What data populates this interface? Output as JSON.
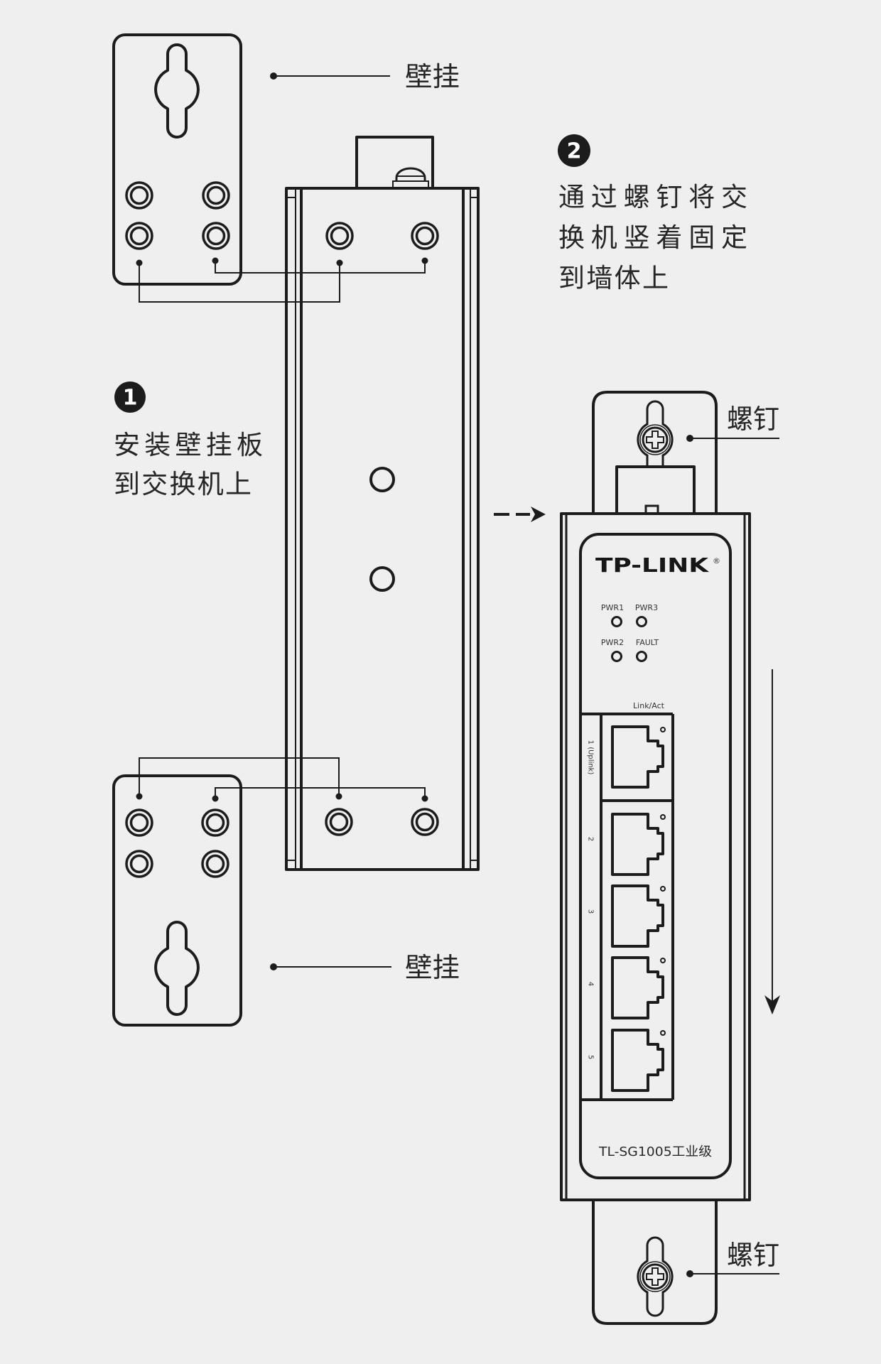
{
  "colors": {
    "background": "#efefef",
    "line": "#1c1c1c",
    "text": "#262626"
  },
  "labels": {
    "wall_mount_top": "壁挂",
    "wall_mount_bottom": "壁挂",
    "screw_top": "螺钉",
    "screw_bottom": "螺钉"
  },
  "steps": [
    {
      "number": "1",
      "lines": [
        "安装壁挂板",
        "到交换机上"
      ]
    },
    {
      "number": "2",
      "lines": [
        "通过螺钉将交",
        "换机竖着固定",
        "到墙体上"
      ]
    }
  ],
  "switch": {
    "brand": "TP-LINK",
    "registered_mark": "®",
    "leds": [
      {
        "label": "PWR1"
      },
      {
        "label": "PWR3"
      },
      {
        "label": "PWR2"
      },
      {
        "label": "FAULT"
      }
    ],
    "ports_header": "Link/Act",
    "ports": [
      {
        "label": "1 (Uplink)"
      },
      {
        "label": "2"
      },
      {
        "label": "3"
      },
      {
        "label": "4"
      },
      {
        "label": "5"
      }
    ],
    "model": "TL-SG1005工业级"
  },
  "icons": [
    "keyhole-icon",
    "screw-icon",
    "screw-hole-icon",
    "step-badge-icon",
    "dashed-arrow-right-icon",
    "arrow-down-icon",
    "rj45-port-icon",
    "led-indicator-icon"
  ]
}
